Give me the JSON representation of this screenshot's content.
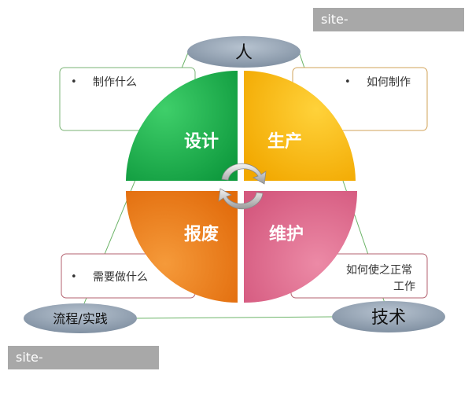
{
  "watermarks": {
    "top": "site-queenbounty.com",
    "bottom": "site-queenbounty.com"
  },
  "nodes": {
    "person": "人",
    "process": "流程/实践",
    "tech": "技术"
  },
  "quadrants": {
    "design": "设计",
    "production": "生产",
    "scrap": "报废",
    "maintenance": "维护"
  },
  "notes": {
    "top_left": "制作什么",
    "top_right": "如何制作",
    "bottom_left": "需要做什么",
    "bottom_right_line1": "如何使之正常",
    "bottom_right_line2": "工作"
  },
  "colors": {
    "design": "#17a84a",
    "production": "#f5b800",
    "scrap": "#ea7a16",
    "maintenance": "#dd6d8e",
    "node_fill": "#8796a8",
    "note_border_left": "#7ab374",
    "note_border_right": "#d2a35a",
    "note_border_pink": "#b3616f"
  }
}
